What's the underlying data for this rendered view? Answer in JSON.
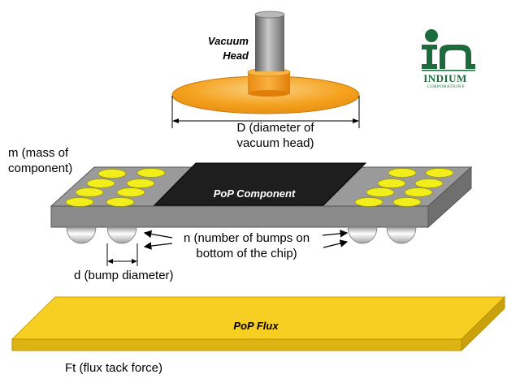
{
  "labels": {
    "vacuum_head_line1": "Vacuum",
    "vacuum_head_line2": "Head",
    "diameter_line1": "D (diameter of",
    "diameter_line2": "vacuum head)",
    "mass_line1": "m (mass of",
    "mass_line2": "component)",
    "pop_component": "PoP Component",
    "bumps_line1": "n (number of bumps on",
    "bumps_line2": "bottom of the chip)",
    "bump_diameter": "d (bump diameter)",
    "pop_flux": "PoP Flux",
    "flux_tack_force": "Ft (flux tack force)"
  },
  "logo": {
    "name": "INDIUM",
    "subtitle": "CORPORATION®"
  },
  "colors": {
    "vacuum_disc": "#f4a21e",
    "vacuum_column": "#8c8c8c",
    "component_body": "#8f8f8f",
    "pop_component": "#1e1e1e",
    "pads": "#f2ee1c",
    "flux": "#f7cf23",
    "logo_green": "#1d6b3c"
  }
}
